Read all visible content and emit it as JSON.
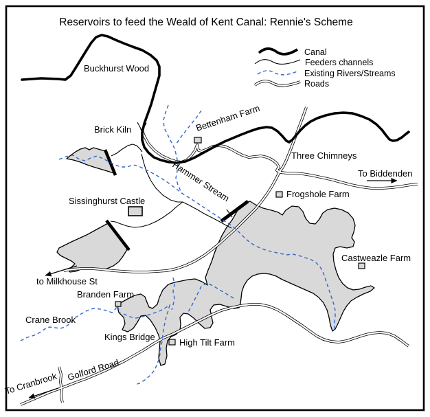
{
  "title": "Reservoirs to feed the Weald of Kent Canal: Rennie's Scheme",
  "legend": {
    "canal": "Canal",
    "feeders": "Feeders channels",
    "rivers": "Existing Rivers/Streams",
    "roads": "Roads"
  },
  "places": {
    "buckhurst_wood": "Buckhurst Wood",
    "brick_kiln": "Brick Kiln",
    "bettenham_farm": "Bettenham Farm",
    "three_chimneys": "Three Chimneys",
    "to_biddenden": "To Biddenden",
    "frogshole_farm": "Frogshole Farm",
    "hammer_stream": "Hammer Stream",
    "sissinghurst_castle": "Sissinghurst Castle",
    "castweazle_farm": "Castweazle Farm",
    "to_milkhouse_st": "to Milkhouse St",
    "branden_farm": "Branden Farm",
    "crane_brook": "Crane Brook",
    "kings_bridge": "Kings Bridge",
    "high_tilt_farm": "High Tilt Farm",
    "to_cranbrook": "To Cranbrook",
    "golford_road": "Golford Road"
  },
  "colors": {
    "stream_blue": "#3366cc",
    "reservoir_fill": "#d9d9d9",
    "line_black": "#000000",
    "background": "#ffffff"
  }
}
